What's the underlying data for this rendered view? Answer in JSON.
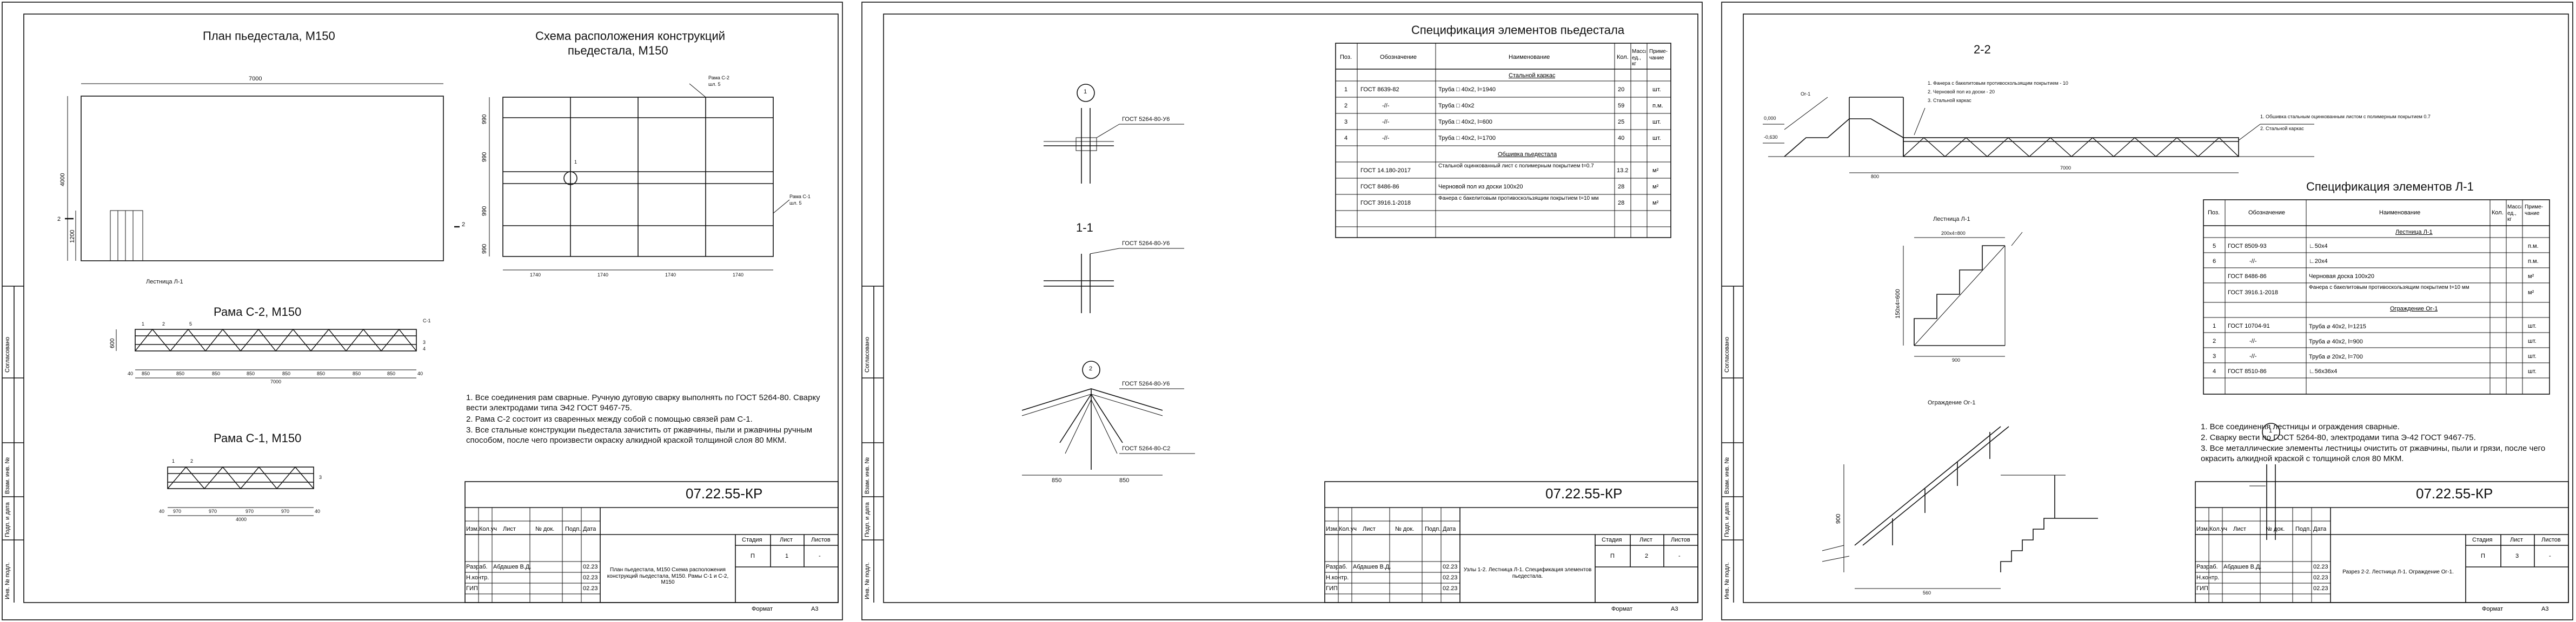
{
  "sheet1": {
    "plan_title": "План пьедестала, М150",
    "scheme_title_1": "Схема расположения конструкций",
    "scheme_title_2": "пьедестала, М150",
    "rama_c2_title": "Рама С-2, М150",
    "rama_c1_title": "Рама С-1, М150",
    "ladder_label": "Лестница Л-1",
    "dims": {
      "plan_len": "7000",
      "plan_h": "4000",
      "plan_h2": "1200",
      "scheme_x": [
        "1740",
        "1740",
        "1740",
        "1740"
      ],
      "scheme_y": [
        "990",
        "990",
        "990",
        "990"
      ],
      "c2_parts": [
        "40",
        "850",
        "850",
        "850",
        "850",
        "850",
        "850",
        "850",
        "850",
        "40"
      ],
      "c2_total": "7000",
      "c2_h": "600",
      "c1_parts": [
        "40",
        "970",
        "970",
        "970",
        "970",
        "40"
      ],
      "c1_total": "4000"
    },
    "marks": {
      "ramac2": "Рама С-2",
      "ramac1": "Рама С-1",
      "sh5": "шл. 5",
      "n1": "1",
      "n2": "2",
      "n3": "3",
      "n4": "4",
      "n5": "5",
      "c1": "С-1"
    },
    "notes": [
      "1. Все соединения рам сварные. Ручную дуговую сварку выполнять по ГОСТ 5264-80. Сварку вести электродами типа Э42 ГОСТ 9467-75.",
      "2. Рама С-2 состоит из сваренных между собой с помощью связей рам С-1.",
      "3. Все стальные конструкции пьедестала зачистить от ржавчины, пыли и ржавчины ручным способом, после чего произвести окраску алкидной краской толщиной слоя 80 МКМ."
    ],
    "stamp": {
      "code": "07.22.55-КР",
      "desc": "План пьедестала, М150 Схема расположения конструкций пьедестала, М150. Рамы С-1 и С-2, М150",
      "stage": "П",
      "sheet": "1",
      "sheets": "-",
      "author": "Абдашев В.Д.",
      "date1": "02.23",
      "date2": "02.23",
      "date3": "02.23"
    }
  },
  "sheet2": {
    "spec_title": "Спецификация элементов пьедестала",
    "headers": [
      "Поз.",
      "Обозначение",
      "Наименование",
      "Кол.",
      "Масса ед., кг",
      "Приме-чание"
    ],
    "section1": "Стальной каркас",
    "rows1": [
      [
        "1",
        "ГОСТ 8639-82",
        "Труба □ 40х2, l=1940",
        "20",
        "",
        "шт."
      ],
      [
        "2",
        "-//-",
        "Труба □ 40х2",
        "59",
        "",
        "п.м."
      ],
      [
        "3",
        "-//-",
        "Труба □ 40х2, l=600",
        "25",
        "",
        "шт."
      ],
      [
        "4",
        "-//-",
        "Труба □ 40х2, l=1700",
        "40",
        "",
        "шт."
      ]
    ],
    "section2": "Обшивка пьедестала",
    "rows2": [
      [
        "",
        "ГОСТ 14.180-2017",
        "Стальной оцинкованный лист с полимерным покрытием t=0.7",
        "13.2",
        "",
        "м²"
      ],
      [
        "",
        "ГОСТ 8486-86",
        "Черновой пол из доски 100х20",
        "28",
        "",
        "м²"
      ],
      [
        "",
        "ГОСТ 3916.1-2018",
        "Фанера с бакелитовым противоскользящим покрытием t=10 мм",
        "28",
        "",
        "м²"
      ]
    ],
    "node1": "1",
    "node11": "1-1",
    "node2": "2",
    "weld1": "ГОСТ 5264-80-У6",
    "weld2": "ГОСТ 5264-80-У6",
    "weld3": "ГОСТ 5264-80-У6",
    "weld4": "ГОСТ 5264-80-С2",
    "d850a": "850",
    "d850b": "850",
    "stamp": {
      "code": "07.22.55-КР",
      "desc": "Узлы 1-2. Лестница Л-1. Спецификация элементов пьедестала.",
      "stage": "П",
      "sheet": "2",
      "sheets": "-",
      "author": "Абдашев В.Д.",
      "date1": "02.23",
      "date2": "02.23",
      "date3": "02.23"
    }
  },
  "sheet3": {
    "section_title": "2-2",
    "layers_a": [
      "1. Фанера с бакелитовым противоскользящим покрытием - 10",
      "2. Черновой пол из доски - 20",
      "3. Стальной каркас"
    ],
    "layers_b": [
      "1. Обшивка стальным оцинкованным листом с полимерным покрытием 0.7",
      "2. Стальной каркас"
    ],
    "level_top": "0,000",
    "level_bot": "-0,630",
    "ladder_title": "Лестница Л-1",
    "ladder_dims": "200х4=800",
    "ladder_h": "150х4=600",
    "ladder_w": "900",
    "rail_title": "Ограждение Ог-1",
    "og": "Ог-1",
    "d800": "800",
    "d7000": "7000",
    "d900": "900",
    "d560": "560",
    "node_ref": "1",
    "spec_title": "Спецификация элементов Л-1",
    "headers": [
      "Поз.",
      "Обозначение",
      "Наименование",
      "Кол.",
      "Масса ед., кг",
      "Приме-чание"
    ],
    "section1": "Лестница Л-1",
    "rows1": [
      [
        "5",
        "ГОСТ 8509-93",
        "∟50х4",
        "",
        "",
        "п.м."
      ],
      [
        "6",
        "-//-",
        "∟20х4",
        "",
        "",
        "п.м."
      ],
      [
        "",
        "ГОСТ 8486-86",
        "Черновая доска 100х20",
        "",
        "",
        "м²"
      ],
      [
        "",
        "ГОСТ 3916.1-2018",
        "Фанера с бакелитовым противоскользящим покрытием t=10 мм",
        "",
        "",
        "м²"
      ]
    ],
    "section2": "Ограждение Ог-1",
    "rows2": [
      [
        "1",
        "ГОСТ 10704-91",
        "Труба ⌀ 40х2, l=1215",
        "",
        "",
        "шт."
      ],
      [
        "2",
        "-//-",
        "Труба ⌀ 40х2, l=900",
        "",
        "",
        "шт."
      ],
      [
        "3",
        "-//-",
        "Труба ⌀ 20х2, l=700",
        "",
        "",
        "шт."
      ],
      [
        "4",
        "ГОСТ 8510-86",
        "∟56х36х4",
        "",
        "",
        "шт."
      ]
    ],
    "notes": [
      "1.   Все соединения лестницы и ограждения сварные.",
      "2.   Сварку вести по ГОСТ 5264-80, электродами типа Э-42 ГОСТ 9467-75.",
      "3.   Все металлические элементы лестницы очистить от ржавчины, пыли и грязи, после чего окрасить алкидной краской с толщиной слоя 80 МКМ."
    ],
    "stamp": {
      "code": "07.22.55-КР",
      "desc": "Разрез 2-2. Лестница Л-1. Ограждение Ог-1.",
      "stage": "П",
      "sheet": "3",
      "sheets": "-",
      "author": "Абдашев В.Д.",
      "date1": "02.23",
      "date2": "02.23",
      "date3": "02.23"
    }
  },
  "common": {
    "format": "Формат",
    "format_val": "А3",
    "stamp_cols": [
      "Изм.",
      "Кол.уч",
      "Лист",
      "№ док.",
      "Подп.",
      "Дата"
    ],
    "stamp_roles": [
      "Разраб.",
      "Н.контр.",
      "ГИП"
    ],
    "stamp_heads": [
      "Стадия",
      "Лист",
      "Листов"
    ],
    "side_labels": [
      "Инв. № подл.",
      "Подп. и дата",
      "Взам. инв. №",
      "Согласовано"
    ]
  }
}
